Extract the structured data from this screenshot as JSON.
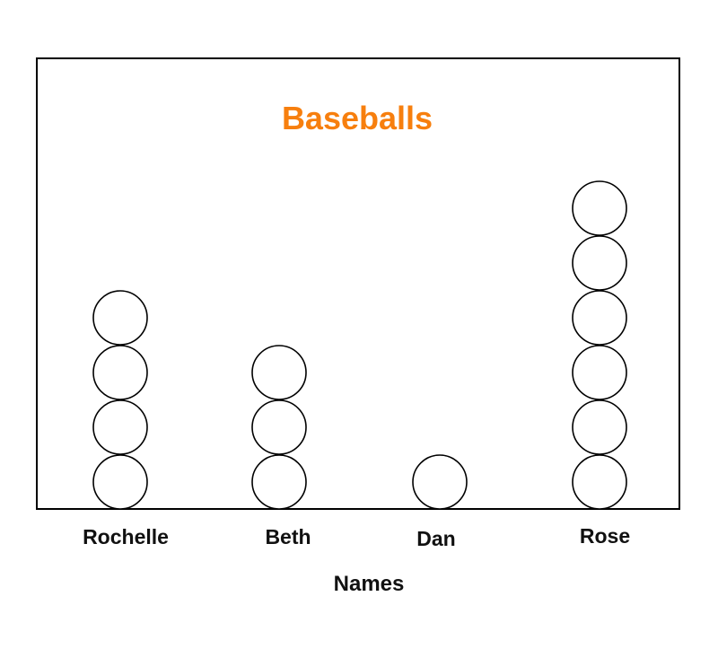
{
  "chart_data": {
    "type": "pictograph",
    "title": "Baseballs",
    "xlabel": "Names",
    "ylabel": "",
    "categories": [
      "Rochelle",
      "Beth",
      "Dan",
      "Rose"
    ],
    "values": [
      4,
      3,
      1,
      6
    ],
    "symbol": "circle",
    "grid": false,
    "colors": {
      "title": "#f77f0e",
      "frame": "#000000",
      "symbol_stroke": "#000000",
      "symbol_fill": "#ffffff"
    }
  }
}
